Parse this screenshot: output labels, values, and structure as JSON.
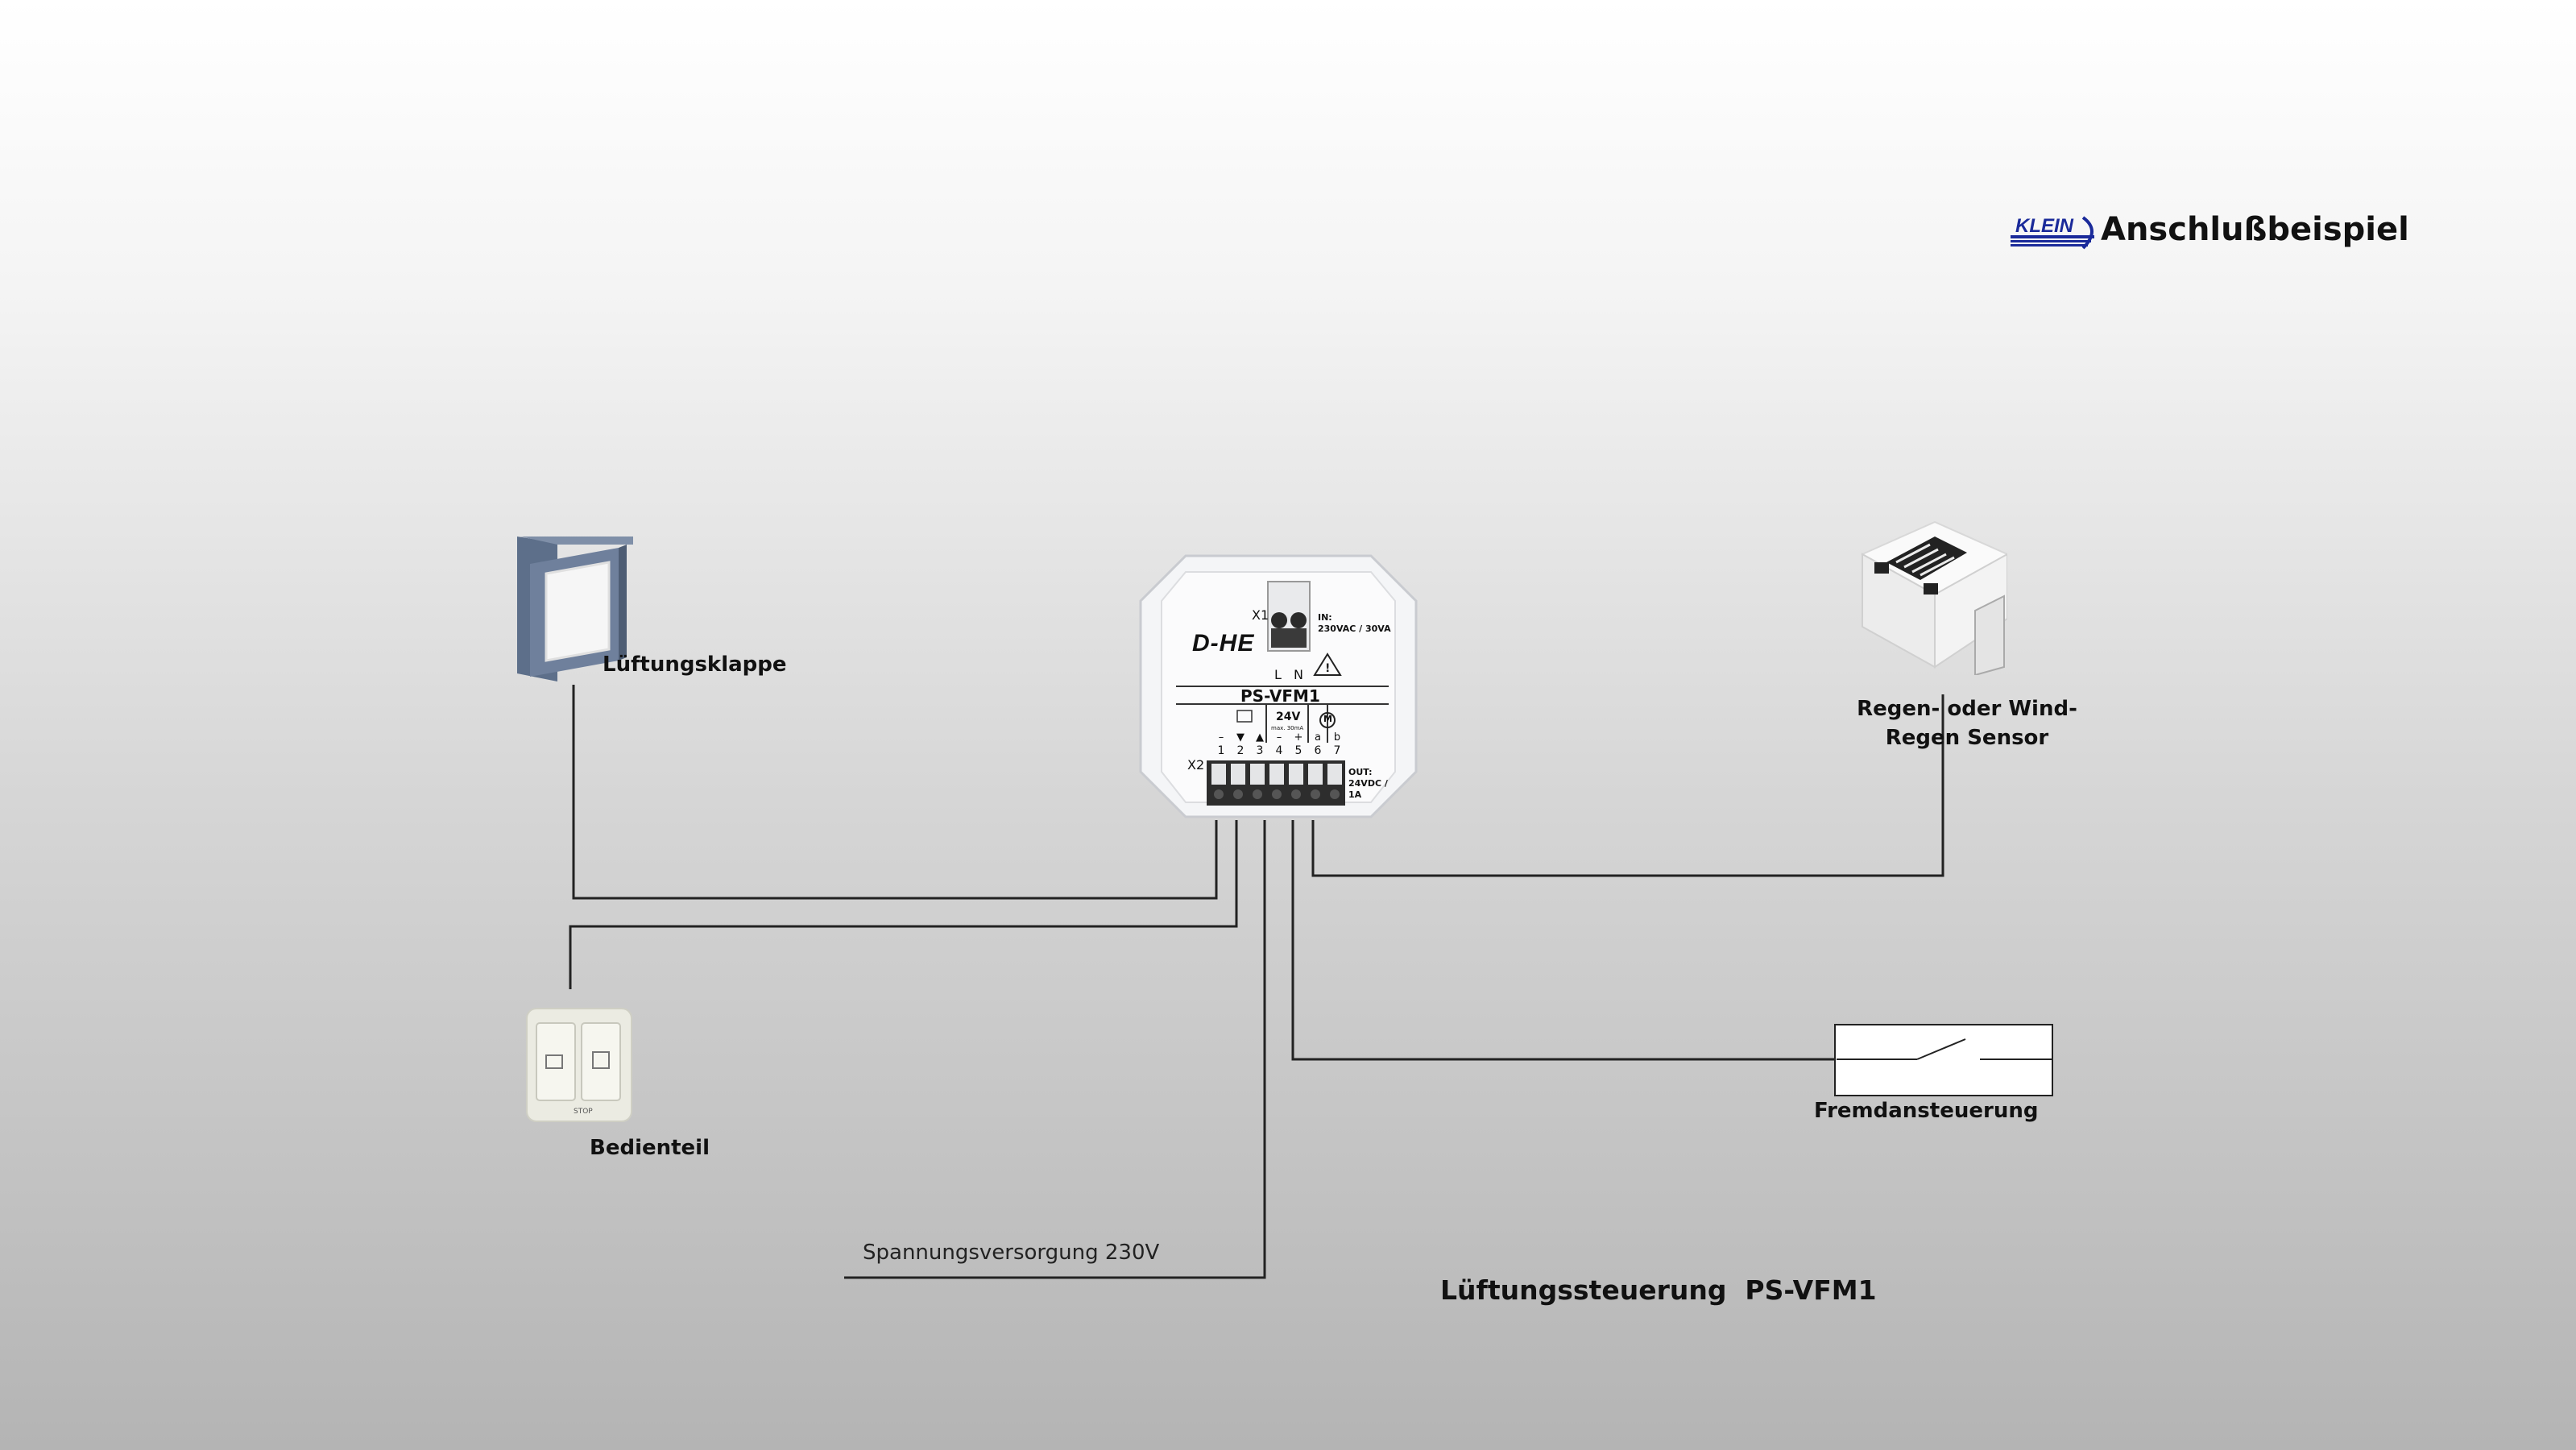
{
  "header": {
    "brand": "KLEIN",
    "title": "Anschlußbeispiel"
  },
  "components": {
    "flap": {
      "label": "Lüftungsklappe"
    },
    "sensor": {
      "label_line1": "Regen- oder Wind-",
      "label_line2": "Regen Sensor"
    },
    "panel": {
      "label": "Bedienteil",
      "stop_text": "STOP"
    },
    "external": {
      "label": "Fremdansteuerung"
    },
    "supply": {
      "label": "Spannungsversorgung 230V"
    }
  },
  "device": {
    "brand": "D-HE",
    "model": "PS-VFM1",
    "x1": "X1",
    "x2": "X2",
    "in_label": "IN:",
    "in_spec": "230VAC / 30VA",
    "l": "L",
    "n": "N",
    "v24": "24V",
    "max": "max. 30mA",
    "motor": "M",
    "out_label": "OUT:",
    "out_spec1": "24VDC /",
    "out_spec2": "1A",
    "terminal_numbers": [
      "1",
      "2",
      "3",
      "4",
      "5",
      "6",
      "7"
    ],
    "terminal_symbols": [
      "–",
      "▼",
      "▲",
      "–",
      "+",
      "a",
      "b"
    ]
  },
  "footer": {
    "caption": "Lüftungssteuerung  PS-VFM1"
  }
}
